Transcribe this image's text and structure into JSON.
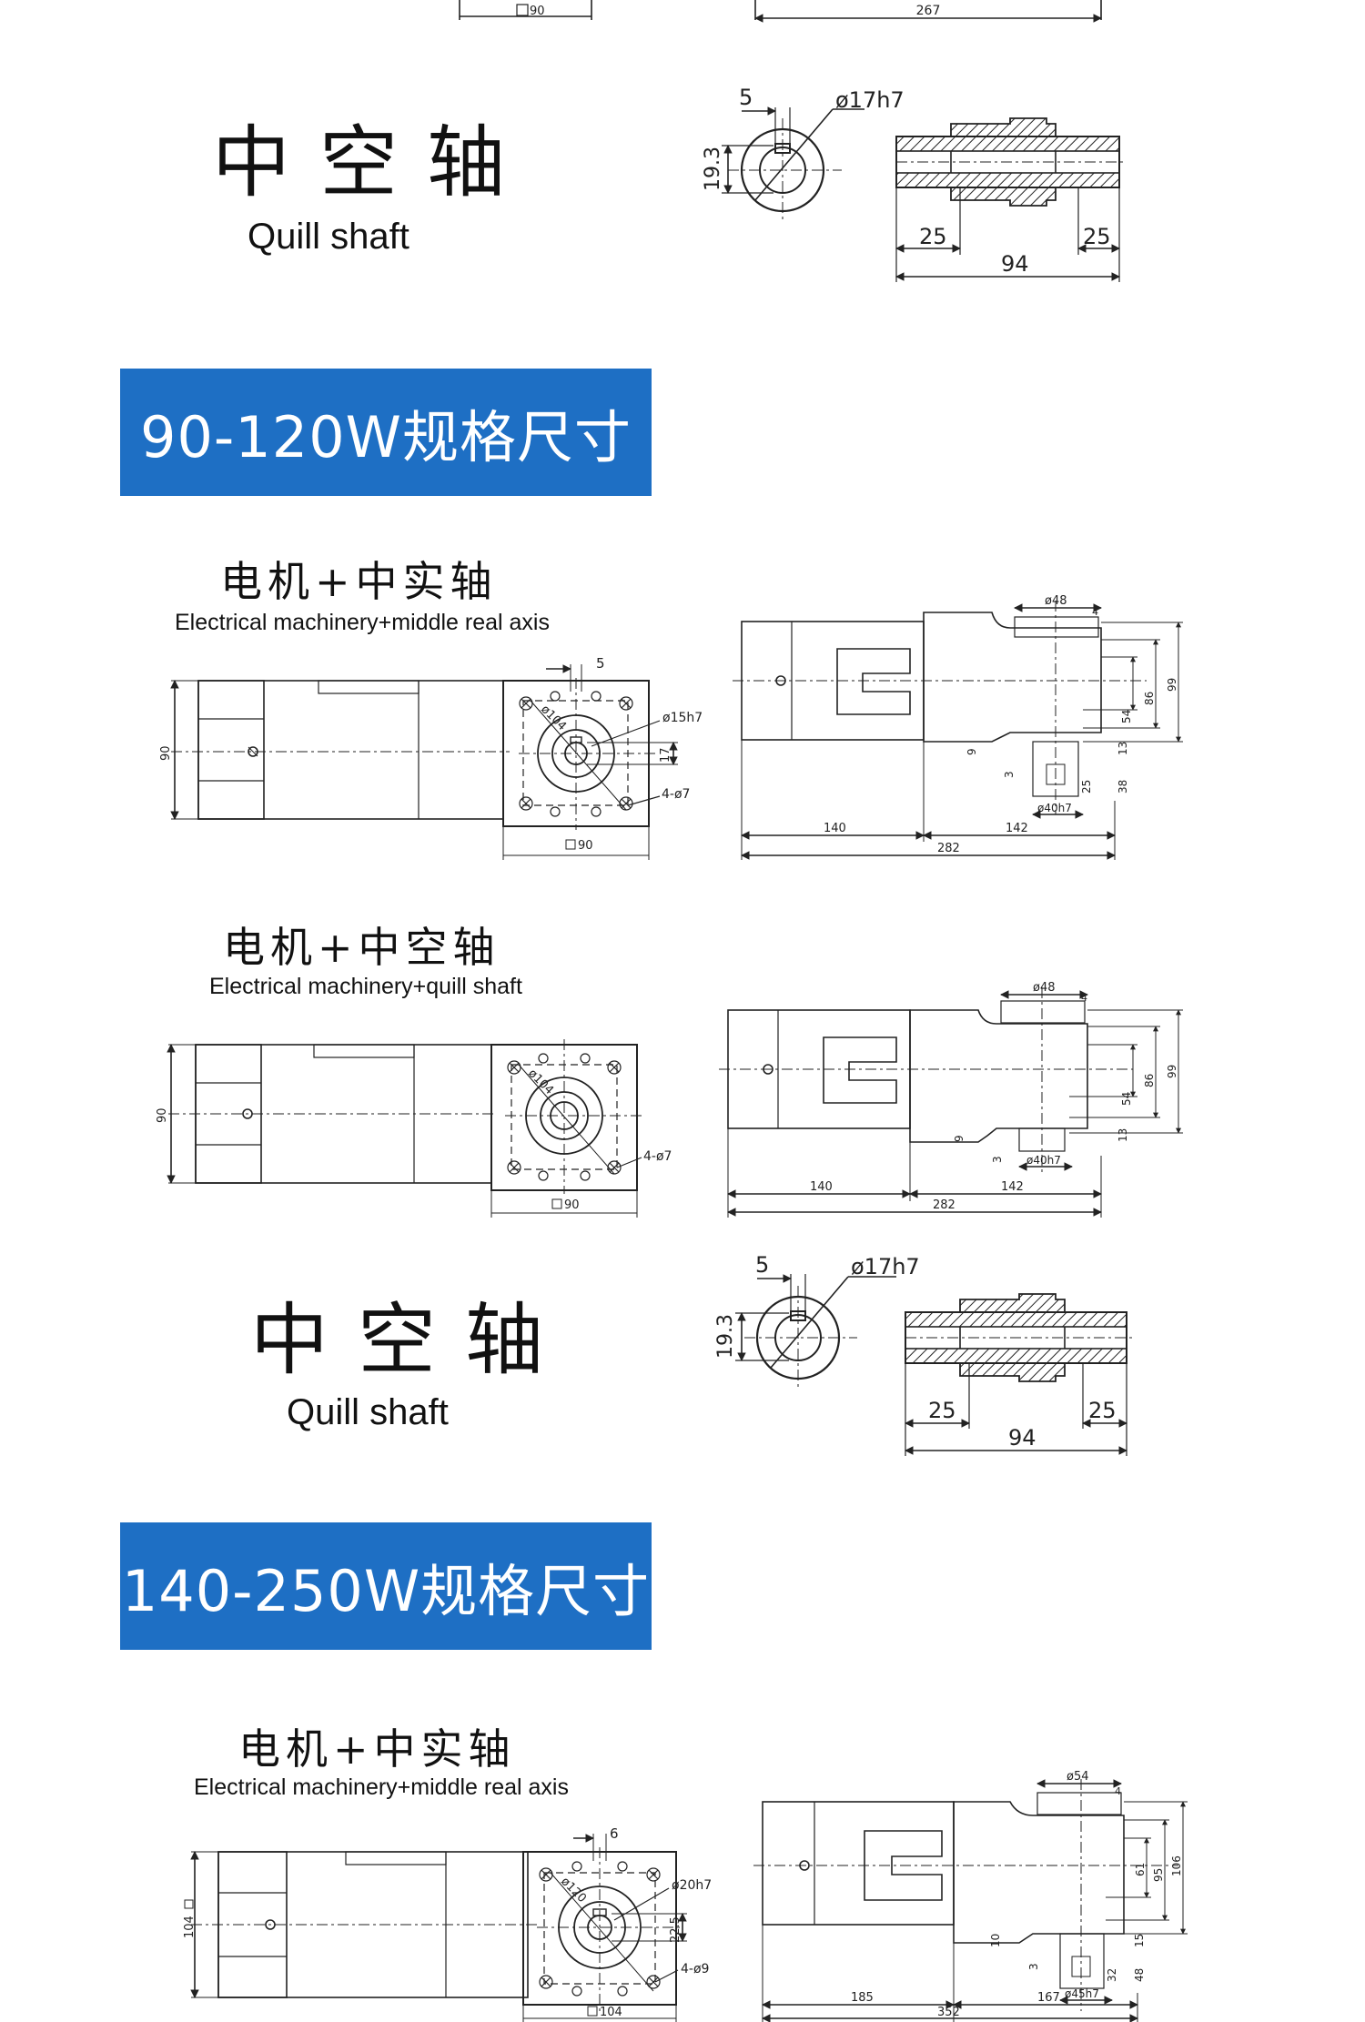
{
  "banners": {
    "b90": "90-120W规格尺寸",
    "b140": "140-250W规格尺寸"
  },
  "quill_section": {
    "title_cn": "中空轴",
    "title_en": "Quill shaft",
    "dims": {
      "key": "5",
      "bore": "ø17h7",
      "height": "19.3",
      "left": "25",
      "right": "25",
      "length": "94"
    }
  },
  "top_fragment": {
    "square": "90",
    "total": "267"
  },
  "s90_real": {
    "title_cn": "电机+中实轴",
    "title_en": "Electrical machinery+middle real axis",
    "front": {
      "height": "90",
      "key": "5",
      "shaft": "ø15h7",
      "pcd": "ø104",
      "key_h": "17",
      "holes": "4-ø7",
      "square": "90"
    },
    "side": {
      "flange": "ø48",
      "f4": "4",
      "d99": "99",
      "d86": "86",
      "d54": "54",
      "d13": "13",
      "d9": "9",
      "d3": "3",
      "d25": "25",
      "d38": "38",
      "shaft": "ø40h7",
      "motor": "140",
      "gear": "142",
      "total": "282"
    }
  },
  "s90_quill": {
    "title_cn": "电机+中空轴",
    "title_en": "Electrical machinery+quill shaft",
    "front": {
      "height": "90",
      "pcd": "ø104",
      "holes": "4-ø7",
      "square": "90"
    },
    "side": {
      "flange": "ø48",
      "f4": "4",
      "d99": "99",
      "d86": "86",
      "d54": "54",
      "d13": "13",
      "d9": "9",
      "d3": "3",
      "shaft": "ø40h7",
      "motor": "140",
      "gear": "142",
      "total": "282"
    }
  },
  "s140_real": {
    "title_cn": "电机+中实轴",
    "title_en": "Electrical machinery+middle real axis",
    "front": {
      "height": "104",
      "key": "6",
      "shaft": "ø20h7",
      "pcd": "ø120",
      "key_h": "22.5",
      "holes": "4-ø9",
      "square": "104"
    },
    "side": {
      "flange": "ø54",
      "f4": "4",
      "d106": "106",
      "d95": "95",
      "d61": "61",
      "d15": "15",
      "d10": "10",
      "d3": "3",
      "d32": "32",
      "d48": "48",
      "shaft": "ø45h7",
      "motor": "185",
      "gear": "167",
      "total": "352"
    }
  }
}
